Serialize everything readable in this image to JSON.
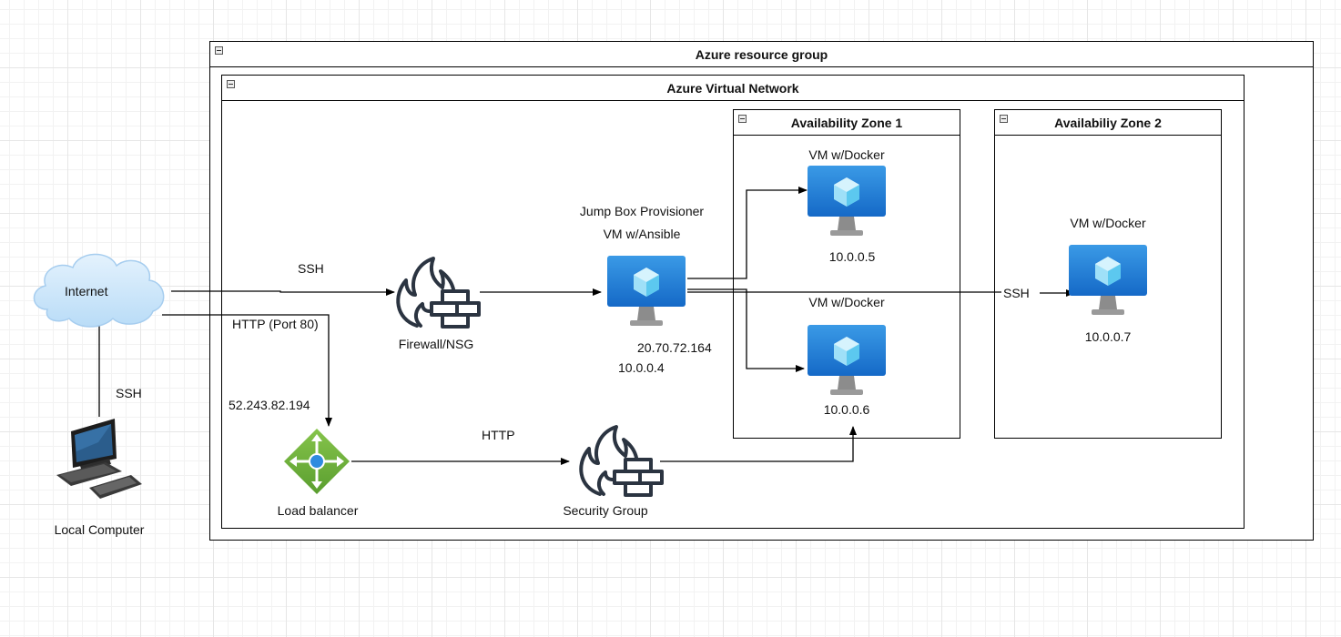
{
  "containers": {
    "resource_group": "Azure resource group",
    "vnet": "Azure Virtual Network",
    "zone1": "Availability Zone 1",
    "zone2": "Availabiliy Zone 2"
  },
  "nodes": {
    "internet": "Internet",
    "local_computer": "Local Computer",
    "firewall": "Firewall/NSG",
    "load_balancer": "Load balancer",
    "security_group": "Security Group",
    "jumpbox_title": "Jump Box Provisioner",
    "jumpbox_sub": "VM w/Ansible",
    "jumpbox_public_ip": "20.70.72.164",
    "jumpbox_private_ip": "10.0.0.4",
    "vm1_title": "VM w/Docker",
    "vm1_ip": "10.0.0.5",
    "vm2_title": "VM w/Docker",
    "vm2_ip": "10.0.0.6",
    "vm3_title": "VM w/Docker",
    "vm3_ip": "10.0.0.7",
    "lb_ip": "52.243.82.194"
  },
  "edges": {
    "ssh_internet_firewall": "SSH",
    "http_internet_lb": "HTTP (Port 80)",
    "ssh_local_internet": "SSH",
    "http_lb_sg": "HTTP",
    "ssh_jumpbox_vm3": "SSH"
  },
  "colors": {
    "azure_blue": "#1e7fd9",
    "lb_green": "#6cb33f",
    "cloud_blue": "#cfe8fb"
  }
}
